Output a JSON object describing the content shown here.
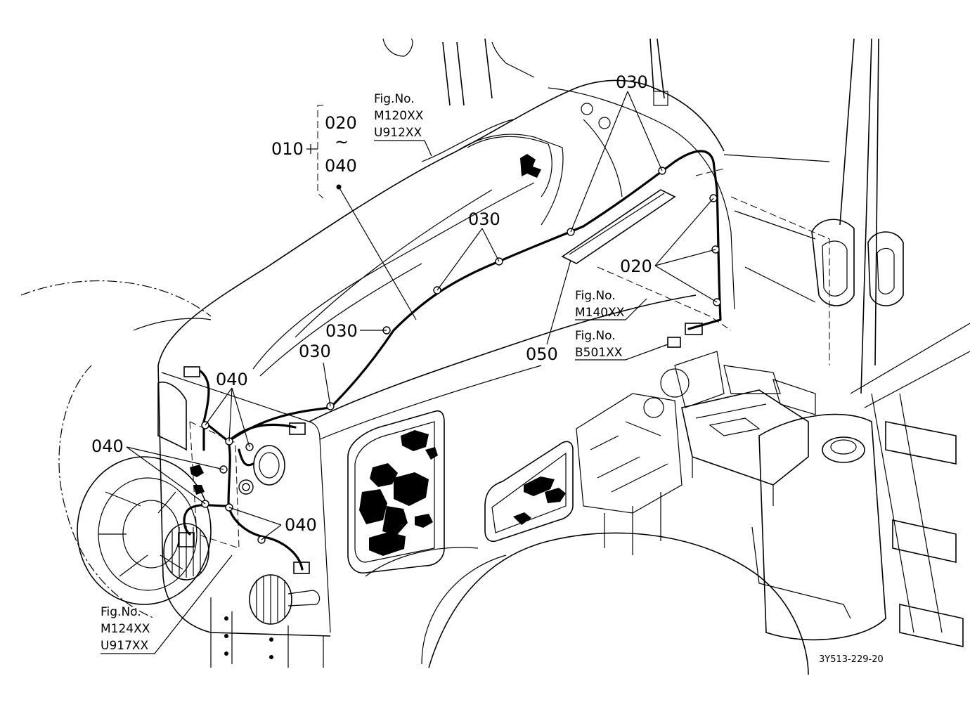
{
  "diagram": {
    "callouts": {
      "group_id": "010",
      "group_range_start": "020",
      "group_range_tilde": "~",
      "group_range_end": "040",
      "c020": "020",
      "c030_top": "030",
      "c030_mid": "030",
      "c030_lower": "030",
      "c030_bottom": "030",
      "c040_left": "040",
      "c040_mid": "040",
      "c040_right": "040",
      "c050": "050"
    },
    "figure_refs": [
      {
        "line1": "Fig.No.",
        "line2": "M120XX",
        "line3": "U912XX"
      },
      {
        "line1": "Fig.No.",
        "line2": "M140XX"
      },
      {
        "line1": "Fig.No.",
        "line2": "B501XX"
      },
      {
        "line1": "Fig.No.",
        "line2": "M124XX",
        "line3": "U917XX"
      }
    ],
    "drawing_code": "3Y513-229-20"
  }
}
